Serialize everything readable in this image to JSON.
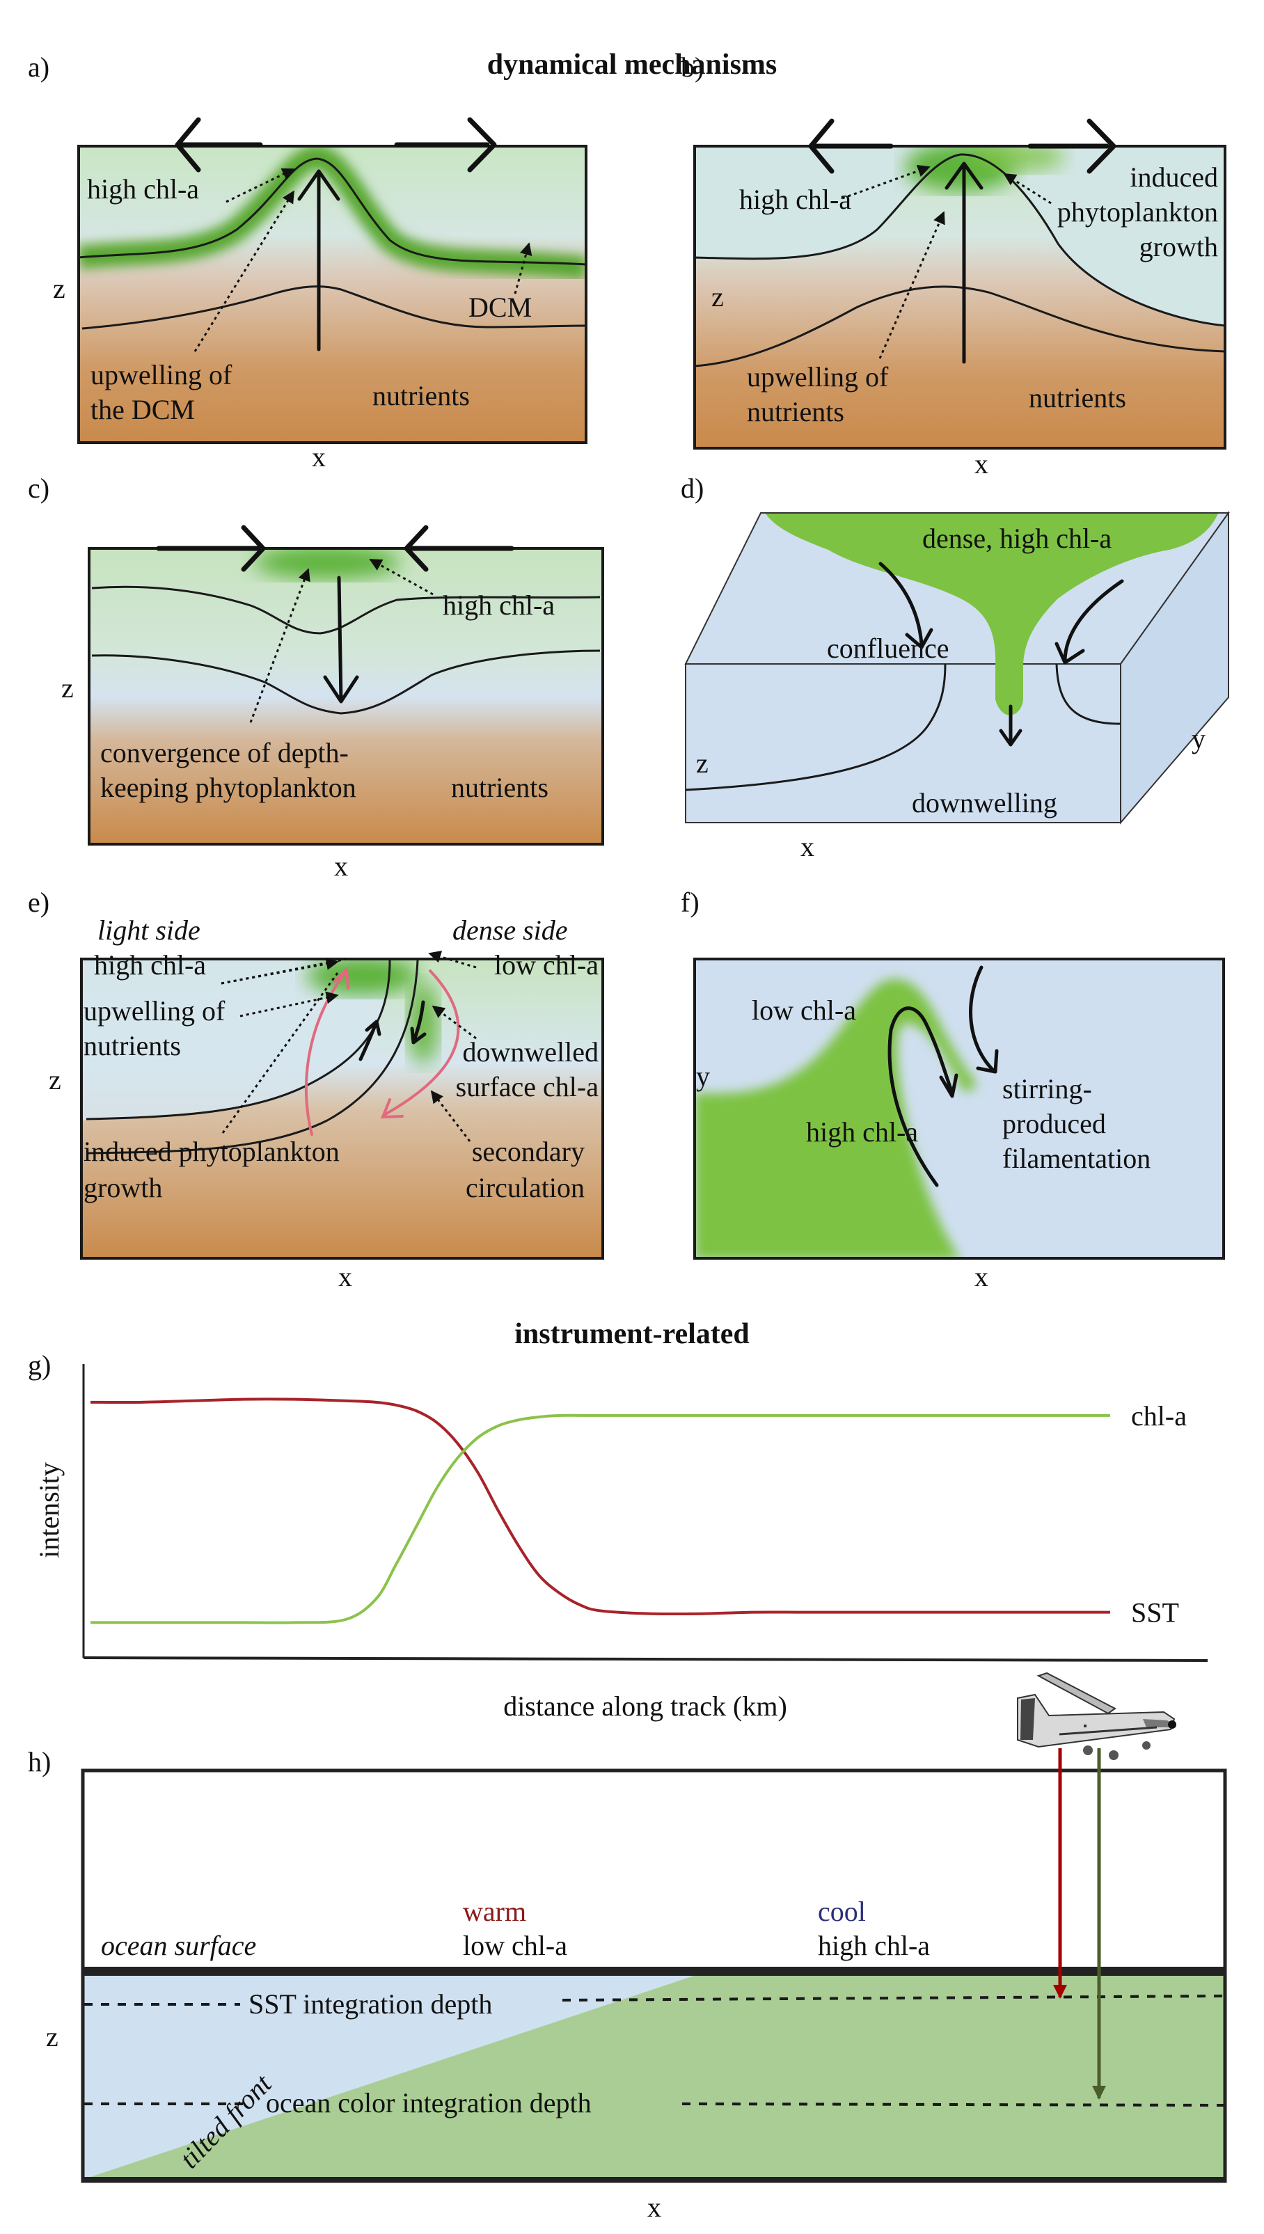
{
  "section_titles": {
    "dynamical": "dynamical mechanisms",
    "instrument": "instrument-related"
  },
  "panels": {
    "a": {
      "letter": "a)",
      "axis_z": "z",
      "axis_x": "x",
      "labels": {
        "high_chl": "high chl-a",
        "dcm": "DCM",
        "upwelling_line1": "upwelling of",
        "upwelling_line2": "the DCM",
        "nutrients": "nutrients"
      }
    },
    "b": {
      "letter": "b)",
      "axis_z": "z",
      "axis_x": "x",
      "labels": {
        "high_chl": "high chl-a",
        "induced_line1": "induced",
        "induced_line2": "phytoplankton",
        "induced_line3": "growth",
        "upwelling_line1": "upwelling of",
        "upwelling_line2": "nutrients",
        "nutrients": "nutrients"
      }
    },
    "c": {
      "letter": "c)",
      "axis_z": "z",
      "axis_x": "x",
      "labels": {
        "high_chl": "high chl-a",
        "convergence_line1": "convergence of depth-",
        "convergence_line2": "keeping phytoplankton",
        "nutrients": "nutrients"
      }
    },
    "d": {
      "letter": "d)",
      "axis_z": "z",
      "axis_x": "x",
      "axis_y": "y",
      "labels": {
        "dense_high_chl": "dense, high chl-a",
        "confluence": "confluence",
        "downwelling": "downwelling"
      }
    },
    "e": {
      "letter": "e)",
      "axis_z": "z",
      "axis_x": "x",
      "labels": {
        "light_side": "light side",
        "dense_side": "dense side",
        "high_chl": "high chl-a",
        "low_chl": "low chl-a",
        "upwelling_line1": "upwelling of",
        "upwelling_line2": "nutrients",
        "downwelled_line1": "downwelled",
        "downwelled_line2": "surface chl-a",
        "induced_line1": "induced phytoplankton",
        "induced_line2": "growth",
        "secondary_line1": "secondary",
        "secondary_line2": "circulation"
      }
    },
    "f": {
      "letter": "f)",
      "axis_y": "y",
      "axis_x": "x",
      "labels": {
        "low_chl": "low chl-a",
        "high_chl": "high chl-a",
        "stirring_line1": "stirring-",
        "stirring_line2": "produced",
        "stirring_line3": "filamentation"
      }
    },
    "g": {
      "letter": "g)"
    },
    "h": {
      "letter": "h)",
      "axis_z": "z",
      "axis_x": "x",
      "labels": {
        "ocean_surface": "ocean surface",
        "warm": "warm",
        "low_chl": "low chl-a",
        "cool": "cool",
        "high_chl": "high chl-a",
        "sst_depth": "SST integration depth",
        "color_depth": "ocean color integration depth",
        "tilted_front": "tilted front"
      },
      "icons": {
        "aircraft": "airplane-icon"
      }
    }
  },
  "colors": {
    "chl_green": "#7dc242",
    "chl_green_light": "#bfe0b0",
    "water_blue": "#cfe0f0",
    "nutrient_brown": "#c98a4b",
    "sst_red": "#a8232a",
    "chl_line_green": "#8bc34a",
    "warm_text": "#8b1a1a",
    "cool_text": "#2a2f7a",
    "front_green": "#a9cd94",
    "front_blue": "#cfe0f0",
    "sst_arrow": "#a50000",
    "color_arrow": "#4a5e2a",
    "circulation_pink": "#e06a7f"
  },
  "chart_data": {
    "type": "line",
    "title": "",
    "xlabel": "distance along track (km)",
    "ylabel": "intensity",
    "x": [
      0,
      5,
      10,
      15,
      20,
      25,
      28,
      30,
      32,
      34,
      36,
      38,
      40,
      42,
      44,
      46,
      48,
      50,
      55,
      60,
      65,
      70,
      75,
      80,
      85,
      90,
      95,
      100
    ],
    "xlim": [
      0,
      100
    ],
    "ylim": [
      0,
      1
    ],
    "grid": false,
    "series": [
      {
        "name": "SST",
        "label": "SST",
        "color": "#a8232a",
        "values": [
          0.87,
          0.87,
          0.875,
          0.88,
          0.88,
          0.875,
          0.87,
          0.86,
          0.84,
          0.8,
          0.73,
          0.63,
          0.5,
          0.38,
          0.28,
          0.22,
          0.18,
          0.16,
          0.15,
          0.15,
          0.155,
          0.155,
          0.155,
          0.155,
          0.155,
          0.155,
          0.155,
          0.155
        ]
      },
      {
        "name": "chl-a",
        "label": "chl-a",
        "color": "#8bc34a",
        "values": [
          0.12,
          0.12,
          0.12,
          0.12,
          0.12,
          0.13,
          0.2,
          0.32,
          0.45,
          0.58,
          0.68,
          0.75,
          0.79,
          0.81,
          0.82,
          0.825,
          0.825,
          0.825,
          0.825,
          0.825,
          0.825,
          0.825,
          0.825,
          0.825,
          0.825,
          0.825,
          0.825,
          0.825
        ]
      }
    ],
    "legend": "right-end line labels"
  }
}
